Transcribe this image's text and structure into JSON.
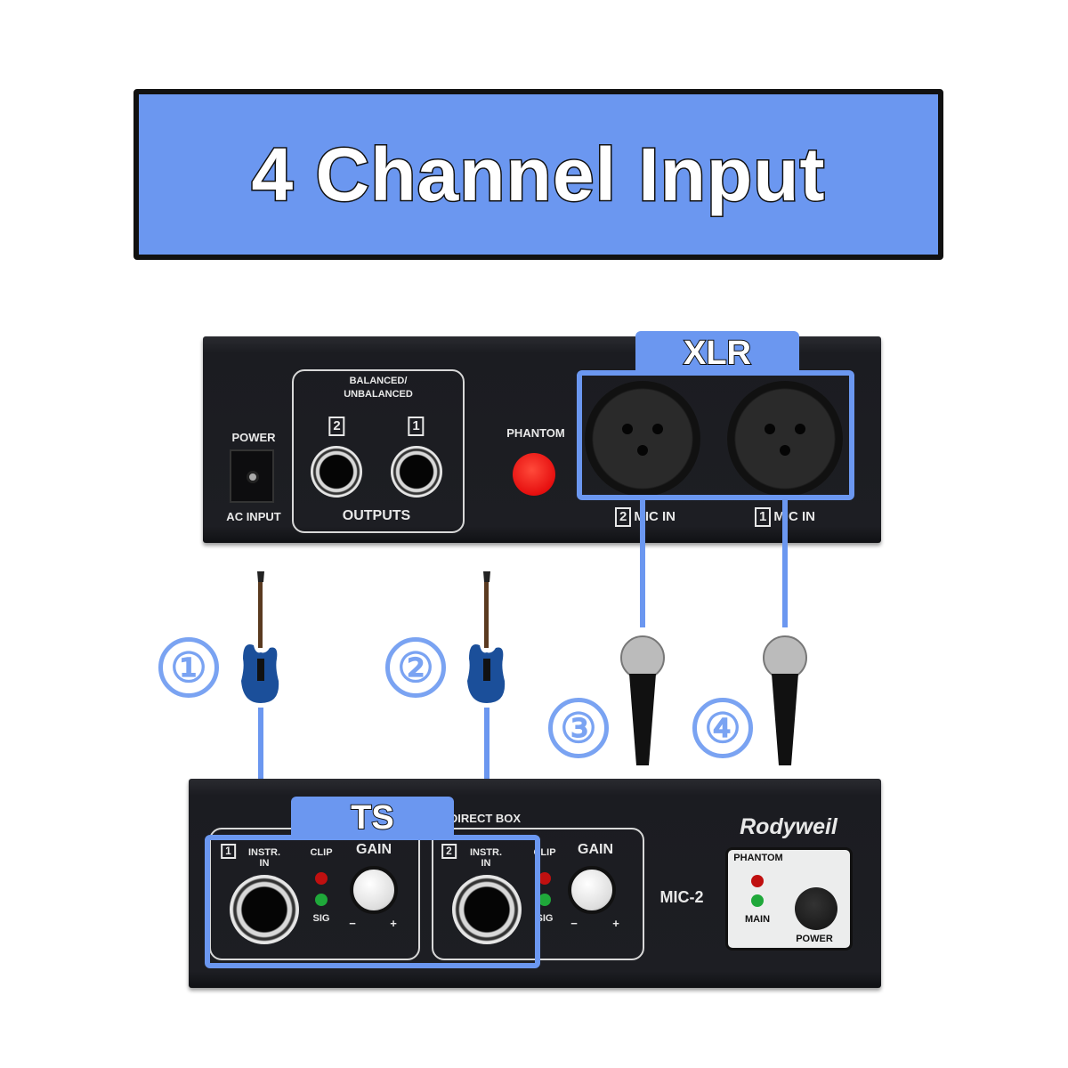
{
  "title": "4 Channel Input",
  "colors": {
    "highlight": "#6b97f0",
    "panel": "#1d1e23",
    "phantom_button": "#ff1a1a"
  },
  "rear_panel": {
    "power_label": "POWER",
    "ac_input_label": "AC INPUT",
    "outputs_header_1": "BALANCED/",
    "outputs_header_2": "UNBALANCED",
    "output_2_num": "2",
    "output_1_num": "1",
    "outputs_label": "OUTPUTS",
    "phantom_label": "PHANTOM",
    "xlr_tab": "XLR",
    "mic_in_2_num": "2",
    "mic_in_2_label": "MIC IN",
    "mic_in_1_num": "1",
    "mic_in_1_label": "MIC IN"
  },
  "sources": [
    {
      "number": "①",
      "icon": "electric-guitar-icon"
    },
    {
      "number": "②",
      "icon": "electric-guitar-icon"
    },
    {
      "number": "③",
      "icon": "microphone-icon"
    },
    {
      "number": "④",
      "icon": "microphone-icon"
    }
  ],
  "front_panel": {
    "ts_tab": "TS",
    "direct_box_label": "DIRECT BOX",
    "ch1_num": "1",
    "ch2_num": "2",
    "instr_in_1": "INSTR.",
    "instr_in_2": "IN",
    "clip_label": "CLIP",
    "sig_label": "SIG",
    "gain_label": "GAIN",
    "minus": "−",
    "plus": "+",
    "brand": "Rodyweil",
    "model": "MIC-2",
    "phantom_label": "PHANTOM",
    "main_label": "MAIN",
    "power_label": "POWER"
  }
}
